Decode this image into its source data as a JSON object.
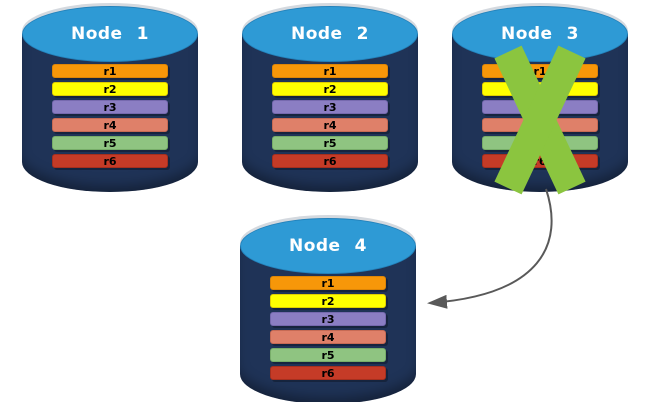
{
  "canvas": {
    "background": "#ffffff"
  },
  "colors": {
    "cylinder_body": "#1f3357",
    "cylinder_top": "#2e9ad5",
    "cylinder_top_edge": "#2382bb",
    "node_title": "#ffffff",
    "replica_text": "#000000",
    "failure_x": "#8bc53f",
    "arrow": "#595959"
  },
  "replica_palette": {
    "r1": {
      "fill": "#f79709",
      "border": "#dd8507"
    },
    "r2": {
      "fill": "#ffff00",
      "border": "#e0cf00"
    },
    "r3": {
      "fill": "#8b7ec3",
      "border": "#7669ae"
    },
    "r4": {
      "fill": "#df8069",
      "border": "#c66a54"
    },
    "r5": {
      "fill": "#8fc481",
      "border": "#77ad69"
    },
    "r6": {
      "fill": "#c53b27",
      "border": "#a52f1e"
    }
  },
  "nodes": [
    {
      "id": "node-1",
      "title": "Node 1",
      "failed": false,
      "replicas": [
        "r1",
        "r2",
        "r3",
        "r4",
        "r5",
        "r6"
      ]
    },
    {
      "id": "node-2",
      "title": "Node 2",
      "failed": false,
      "replicas": [
        "r1",
        "r2",
        "r3",
        "r4",
        "r5",
        "r6"
      ]
    },
    {
      "id": "node-3",
      "title": "Node 3",
      "failed": true,
      "replicas": [
        "r1",
        "r2",
        "r3",
        "r4",
        "r5",
        "r6"
      ]
    },
    {
      "id": "node-4",
      "title": "Node 4",
      "failed": false,
      "replicas": [
        "r1",
        "r2",
        "r3",
        "r4",
        "r5",
        "r6"
      ]
    }
  ],
  "annotations": {
    "failure_x_on": "Node 3",
    "arrow": {
      "from": "Node 3",
      "to": "Node 4"
    }
  }
}
